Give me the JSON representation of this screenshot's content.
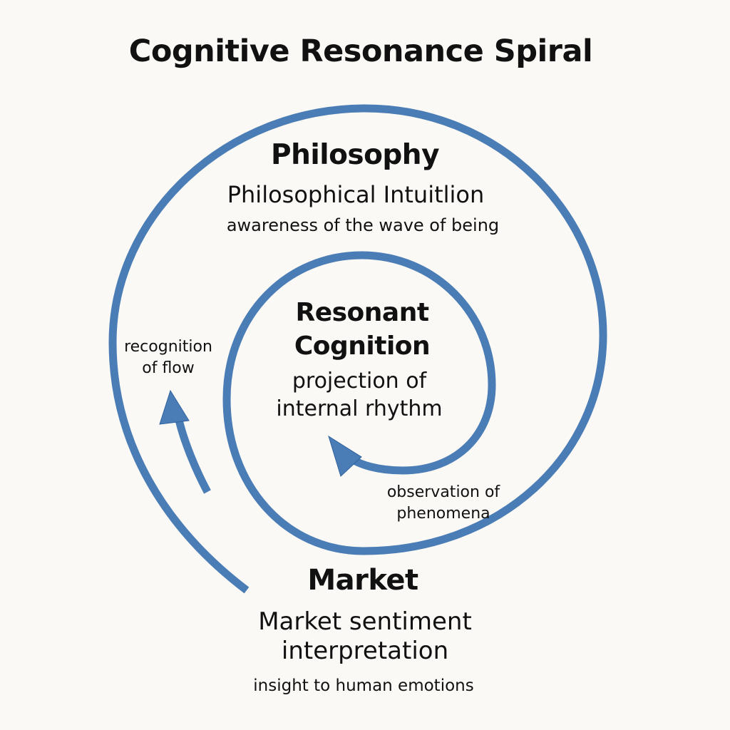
{
  "title": "Cognitive Resonance Spiral",
  "colors": {
    "background": "#fbf9f5",
    "spiral_stroke": "#4a7db5",
    "spiral_edge": "#2f62a0",
    "text": "#111111"
  },
  "stages": {
    "philosophy": {
      "heading": "Philosophy",
      "subtitle": "Philosophical Intuitlion",
      "description": "awareness of the wave of being"
    },
    "resonant_cognition": {
      "heading_line1": "Resonant",
      "heading_line2": "Cognition",
      "description_line1": "projection of",
      "description_line2": "internal rhythm"
    },
    "market": {
      "heading": "Market",
      "subtitle_line1": "Market sentiment",
      "subtitle_line2": "interpretation",
      "description": "insight to human emotions"
    }
  },
  "transitions": {
    "recognition_of_flow": {
      "line1": "recognition",
      "line2": "of flow",
      "icon": "arrow-up-icon"
    },
    "observation_of_phenomena": {
      "line1": "observation of",
      "line2": "phenomena",
      "icon": "arrow-left-icon"
    }
  }
}
